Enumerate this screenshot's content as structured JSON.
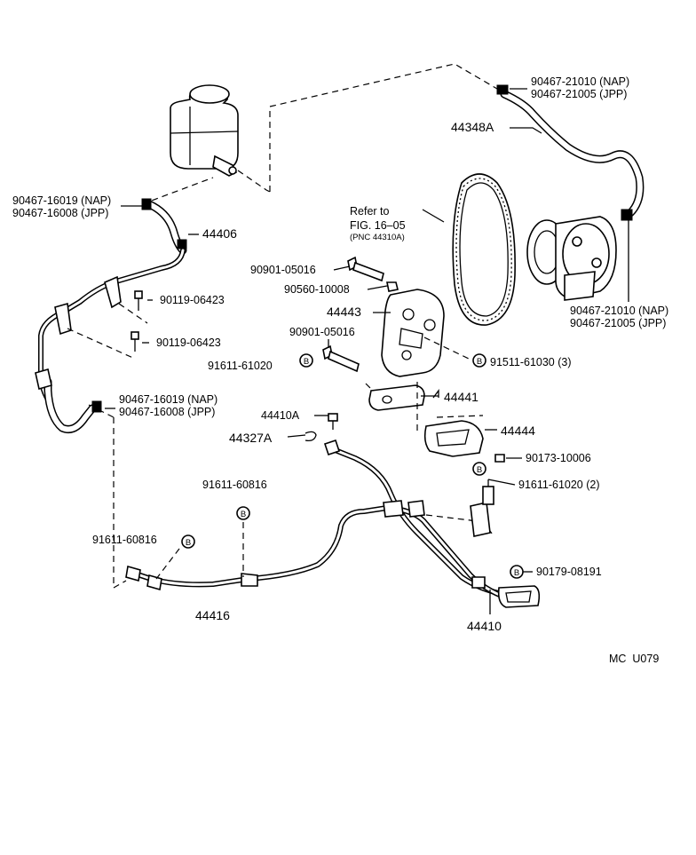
{
  "diagram_id": "MC  U079",
  "reference": {
    "line1": "Refer to",
    "line2": "FIG. 16–05",
    "line3": "(PNC 44310A)"
  },
  "labels": {
    "clamp_top_right_nap": "90467-21010 (NAP)",
    "clamp_top_right_jpp": "90467-21005 (JPP)",
    "hose_44348a": "44348A",
    "clamp_left_nap": "90467-16019 (NAP)",
    "clamp_left_jpp": "90467-16008 (JPP)",
    "hose_44406": "44406",
    "bolt_90901_a": "90901-05016",
    "nut_90560": "90560-10008",
    "bracket_44443": "44443",
    "bolt_90119_a": "90119-06423",
    "bolt_90119_b": "90119-06423",
    "bolt_90901_b": "90901-05016",
    "bolt_91611_61020": "91611-61020",
    "bolt_91511": "91511-61030 (3)",
    "bracket_44441": "44441",
    "clamp_lower_nap": "90467-16019 (NAP)",
    "clamp_lower_jpp": "90467-16008 (JPP)",
    "pump_clamp_nap": "90467-21010 (NAP)",
    "pump_clamp_jpp": "90467-21005 (JPP)",
    "part_44410a": "44410A",
    "part_44327a": "44327A",
    "bracket_44444": "44444",
    "nut_90173": "90173-10006",
    "bolt_91611_61020_2": "91611-61020 (2)",
    "bolt_91611_60816_a": "91611-60816",
    "bolt_91611_60816_b": "91611-60816",
    "bolt_90179": "90179-08191",
    "tube_44416": "44416",
    "tube_44410": "44410"
  },
  "icons": {
    "bolt_marker": "B",
    "bolt_marker_icon": "circled-b-icon"
  }
}
